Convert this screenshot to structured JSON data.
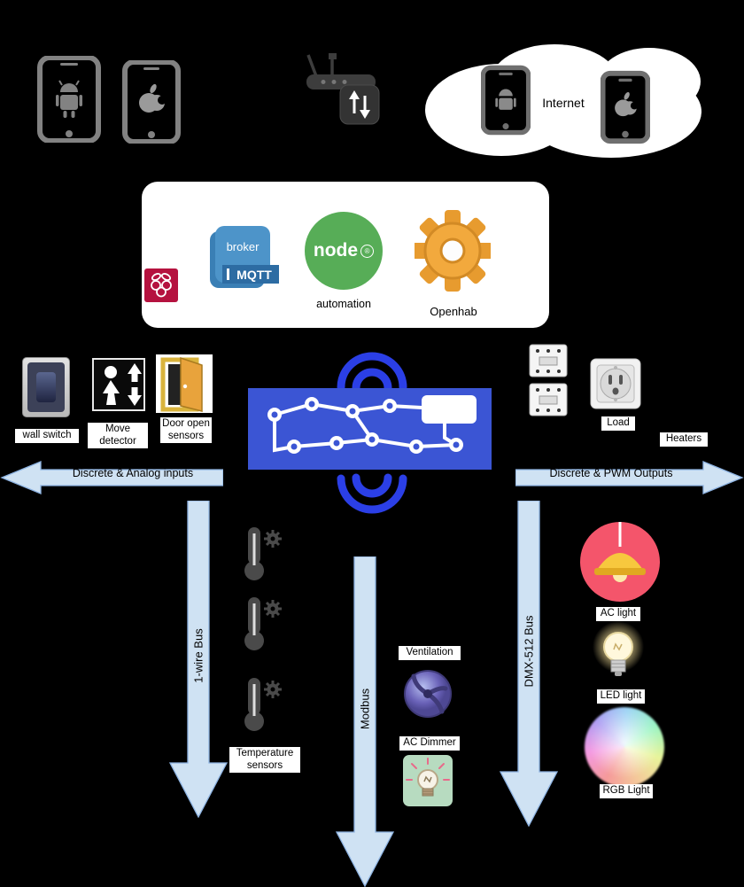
{
  "cloud": {
    "label": "Internet"
  },
  "hub": {
    "broker": "broker",
    "mqtt": "MQTT",
    "node": "node",
    "node_mark": "®",
    "automation": "automation",
    "openhab": "Openhab"
  },
  "inputs": {
    "wall_switch": "wall switch",
    "move_detector": "Move detector",
    "door_sensors": "Door open sensors",
    "bus_label": "Discrete & Analog inputs"
  },
  "outputs": {
    "load": "Load",
    "heaters": "Heaters",
    "bus_label": "Discrete & PWM Outputs"
  },
  "buses": {
    "one_wire": "1-wire Bus",
    "modbus": "Modbus",
    "dmx": "DMX-512 Bus"
  },
  "devices": {
    "temperature_sensors": "Temperature sensors",
    "ventilation": "Ventilation",
    "ac_dimmer": "AC Dimmer",
    "ac_light": "AC light",
    "led_light": "LED light",
    "rgb_light": "RGB Light"
  },
  "colors": {
    "background": "#000000",
    "arrow_fill": "#cfe2f3",
    "arrow_border": "#8db3e2",
    "pcb_blue": "#3b55d4",
    "wifi_blue": "#2b3fe6",
    "node_green": "#57ad57",
    "mqtt_blue": "#4d94c9",
    "openhab_orange": "#f0a93c",
    "raspberry_red": "#b5123f",
    "ac_light_pink": "#f4556b"
  }
}
